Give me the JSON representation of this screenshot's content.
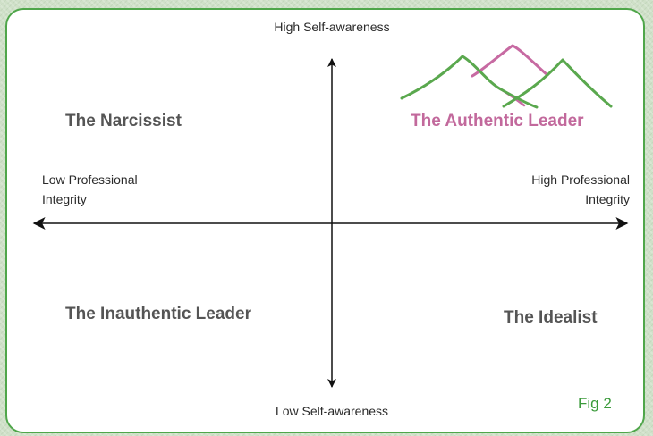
{
  "axes": {
    "top_label": "High Self-awareness",
    "bottom_label": "Low Self-awareness",
    "left_label_line1": "Low Professional",
    "left_label_line2": "Integrity",
    "right_label_line1": "High Professional",
    "right_label_line2": "Integrity"
  },
  "quadrants": {
    "top_left": "The Narcissist",
    "top_right": "The Authentic Leader",
    "bottom_left": "The Inauthentic Leader",
    "bottom_right": "The Idealist"
  },
  "figure_label": "Fig 2",
  "colors": {
    "frame": "#4fa64a",
    "accent_pink": "#c2699c",
    "mountain_green": "#5aa84e",
    "mountain_pink": "#c76aa2",
    "fig_label": "#3a9a3a",
    "quadrant_text": "#555555",
    "axis": "#111111"
  }
}
